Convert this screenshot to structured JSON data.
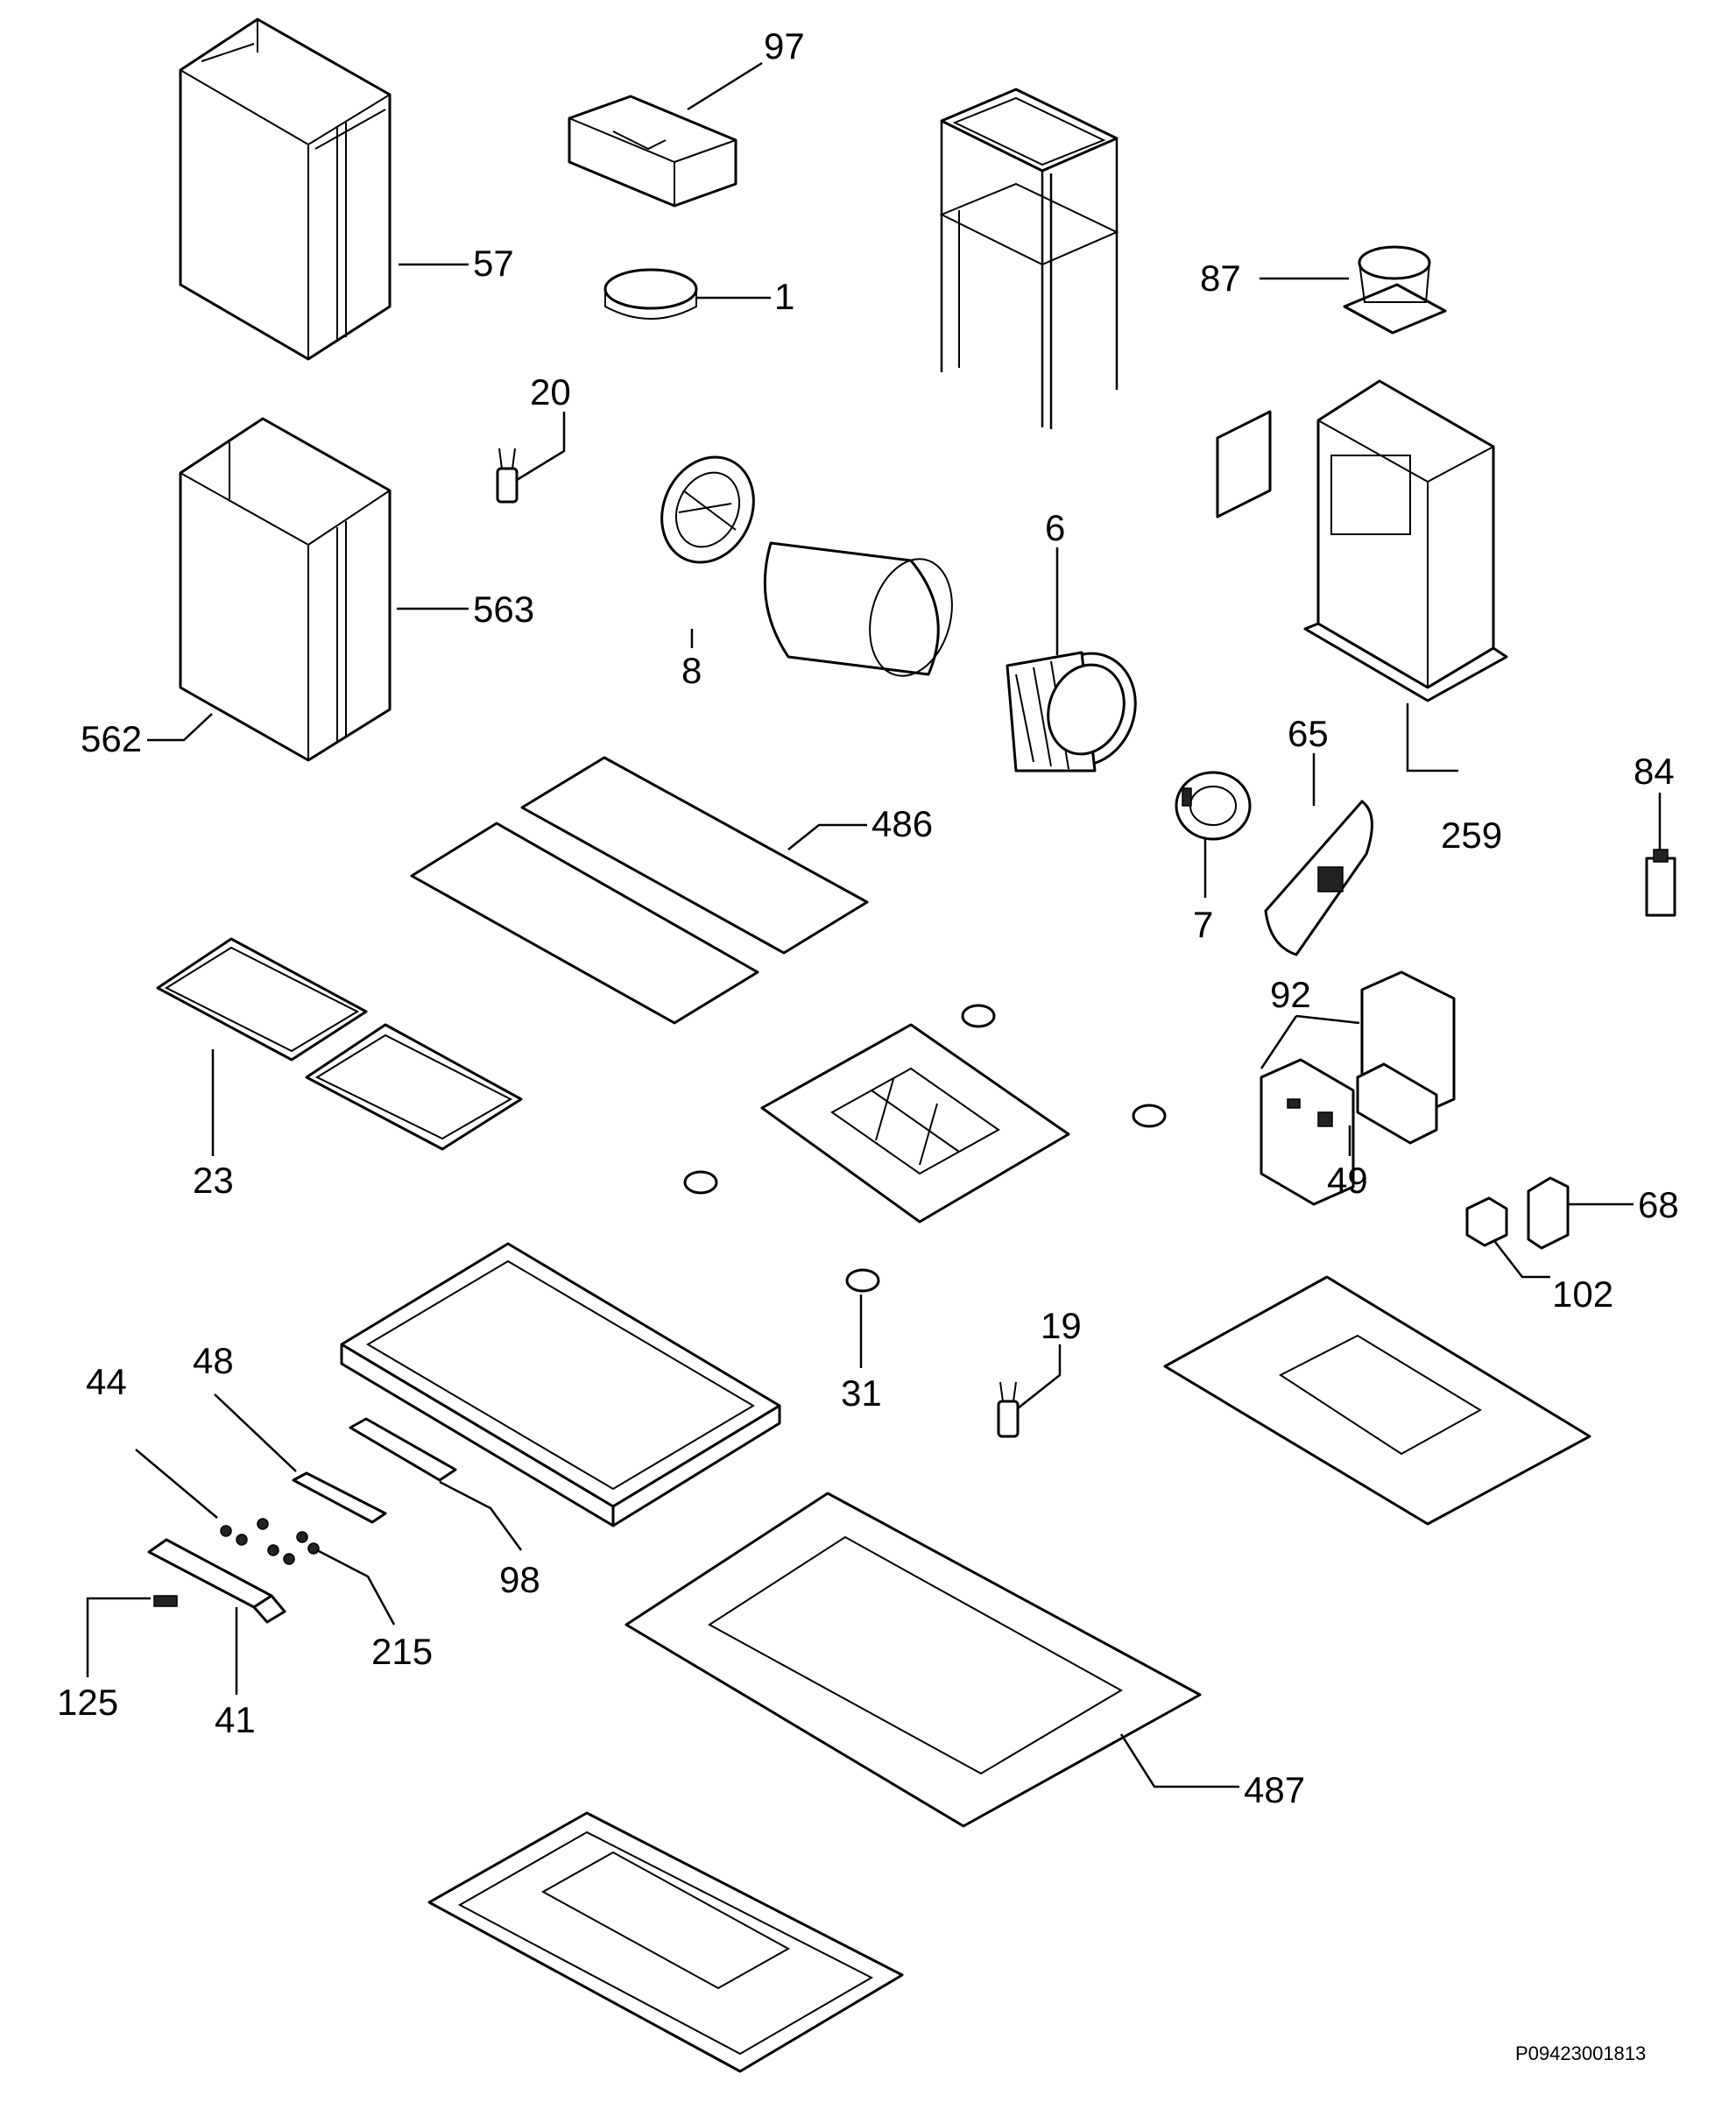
{
  "reference_code": "P09423001813",
  "callouts": {
    "c97": "97",
    "c1": "1",
    "c57": "57",
    "c87": "87",
    "c20": "20",
    "c563": "563",
    "c562": "562",
    "c8": "8",
    "c6": "6",
    "c65": "65",
    "c259": "259",
    "c84": "84",
    "c486": "486",
    "c7": "7",
    "c92": "92",
    "c23": "23",
    "c49": "49",
    "c68": "68",
    "c102": "102",
    "c19": "19",
    "c31": "31",
    "c44": "44",
    "c48": "48",
    "c98": "98",
    "c215": "215",
    "c125": "125",
    "c41": "41",
    "c487": "487"
  },
  "colors": {
    "line": "#000000",
    "background": "#ffffff"
  }
}
